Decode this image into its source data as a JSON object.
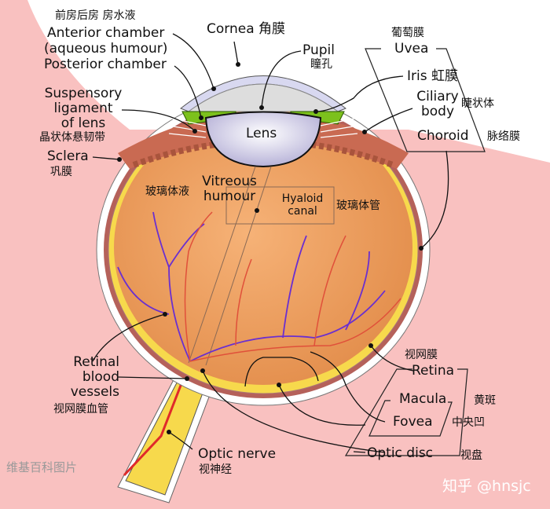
{
  "labels": {
    "anterior_chamber_cn": "前房后房 房水液",
    "anterior_chamber": "Anterior chamber",
    "aqueous_humour": "(aqueous humour)",
    "posterior_chamber": "Posterior chamber",
    "cornea": "Cornea 角膜",
    "pupil": "Pupil",
    "pupil_cn": "瞳孔",
    "uvea_cn": "葡萄膜",
    "uvea": "Uvea",
    "iris": "Iris 虹膜",
    "ciliary_body_1": "Ciliary",
    "ciliary_body_2": "body",
    "ciliary_body_cn": "睫状体",
    "choroid": "Choroid",
    "choroid_cn": "脉络膜",
    "suspensory_1": "Suspensory",
    "suspensory_2": "ligament",
    "suspensory_3": "of lens",
    "suspensory_cn": "晶状体悬韧带",
    "sclera": "Sclera",
    "sclera_cn": "巩膜",
    "lens": "Lens",
    "vitreous_cn": "玻璃体液",
    "vitreous_1": "Vitreous",
    "vitreous_2": "humour",
    "hyaloid_1": "Hyaloid",
    "hyaloid_2": "canal",
    "hyaloid_cn": "玻璃体管",
    "retinal_vessels_1": "Retinal",
    "retinal_vessels_2": "blood",
    "retinal_vessels_3": "vessels",
    "retinal_vessels_cn": "视网膜血管",
    "retina_cn": "视网膜",
    "retina": "Retina",
    "macula": "Macula",
    "macula_cn": "黄斑",
    "fovea": "Fovea",
    "fovea_cn": "中央凹",
    "optic_disc": "Optic disc",
    "optic_disc_cn": "视盘",
    "optic_nerve": "Optic nerve",
    "optic_nerve_cn": "视神经"
  },
  "watermarks": {
    "source": "维基百科图片",
    "author": "知乎 @hnsjc"
  },
  "colors": {
    "background": "#f9c1c0",
    "vitreous": "#f0a060",
    "retina": "#f7d94c",
    "iris": "#7cc11c",
    "cornea": "#d8d8f0",
    "vein": "#6a2fd0",
    "artery": "#e02a2a"
  }
}
